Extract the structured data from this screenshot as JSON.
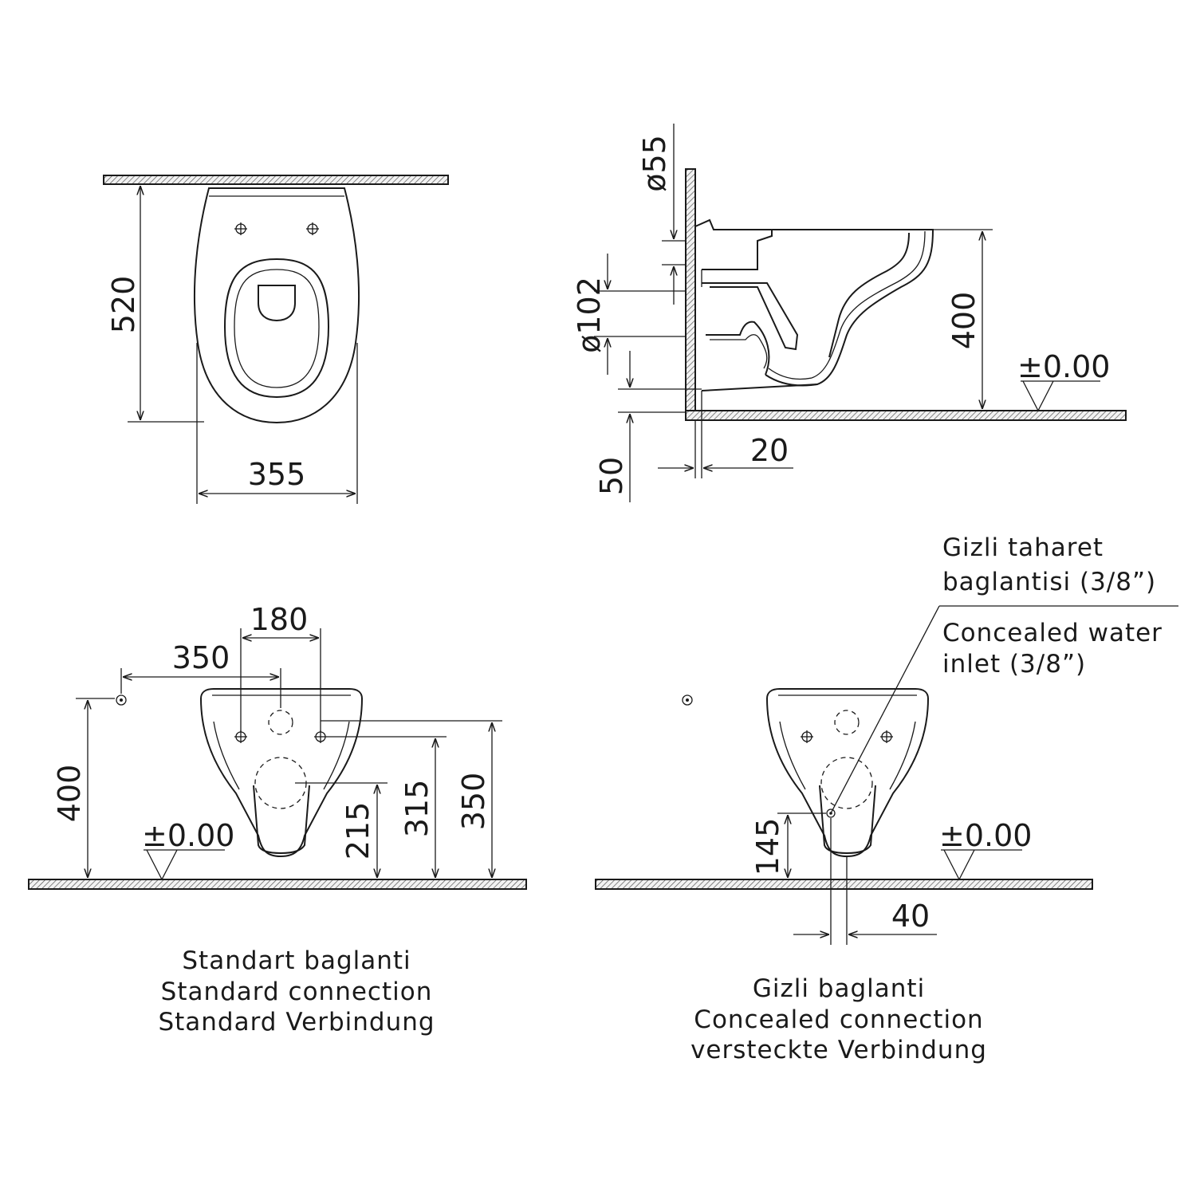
{
  "top_view": {
    "depth": "520",
    "width": "355"
  },
  "side_view": {
    "outlet_diameter": "ø55",
    "inlet_diameter": "ø102",
    "height": "400",
    "floor_level": "±0.00",
    "wall_gap": "20",
    "outlet_offset": "50"
  },
  "standard_view": {
    "fix_hole_spacing": "180",
    "water_offset": "350",
    "water_height": "400",
    "floor_level": "±0.00",
    "outlet_height": "215",
    "fix_height": "315",
    "rim_height": "350",
    "caption_lines": [
      "Standart baglanti",
      "Standard connection",
      "Standard Verbindung"
    ]
  },
  "concealed_view": {
    "note_tr_lines": [
      "Gizli taharet",
      "baglantisi (3/8”)"
    ],
    "note_en_lines": [
      "Concealed water",
      "inlet (3/8”)"
    ],
    "inlet_height": "145",
    "inlet_offset": "40",
    "floor_level": "±0.00",
    "caption_lines": [
      "Gizli baglanti",
      "Concealed connection",
      "versteckte Verbindung"
    ]
  }
}
